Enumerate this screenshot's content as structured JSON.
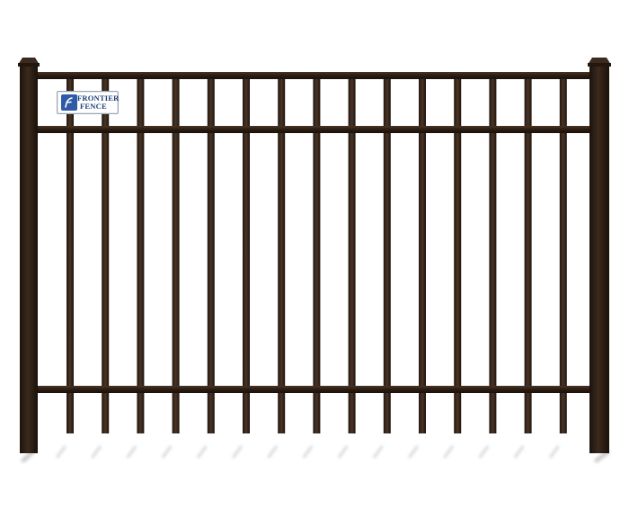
{
  "image": {
    "subject": "aluminum-fence-panel",
    "colors": {
      "metal": "#2a1c12",
      "metal_highlight": "#4a3526",
      "background": "#ffffff",
      "shadow": "#d9d9d9",
      "sign_text": "#1f3f7a"
    }
  },
  "sign": {
    "line1": "FRONTIER",
    "line2": "FENCE",
    "emblem_icon": "f-monogram-icon"
  },
  "fence": {
    "picket_count": 15,
    "rail_count": 3,
    "post_count": 2
  }
}
